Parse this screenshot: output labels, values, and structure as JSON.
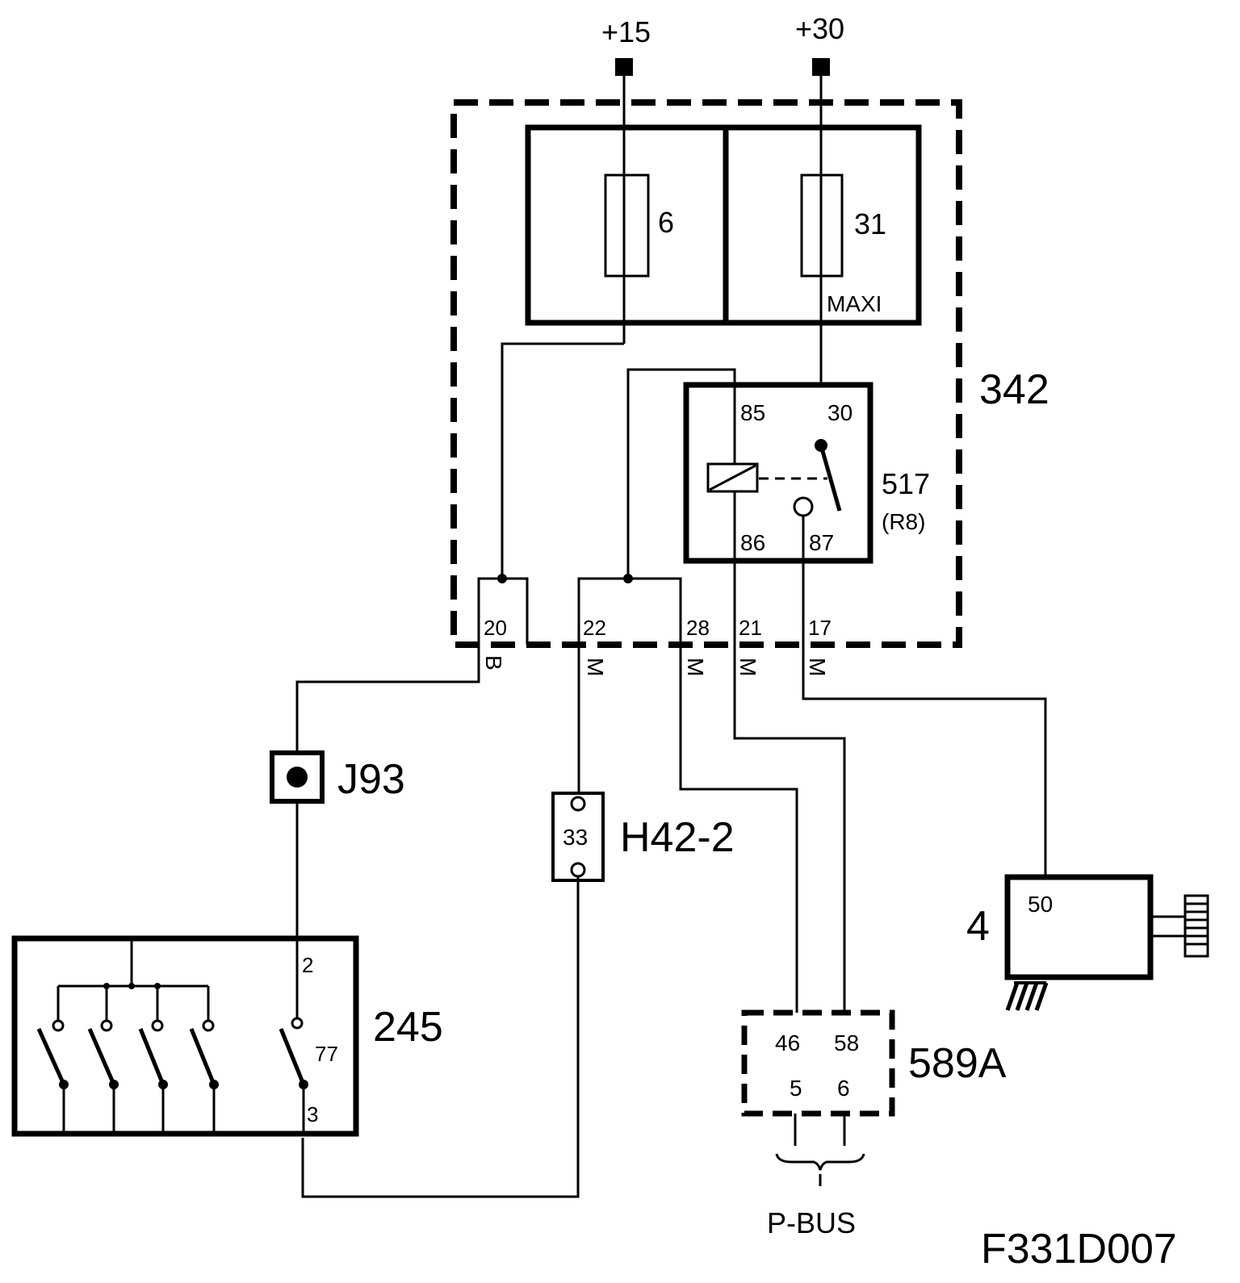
{
  "power": {
    "terminal_15": "+15",
    "terminal_30": "+30"
  },
  "fusebox": {
    "id": "342",
    "fuse_a": "6",
    "fuse_b": "31",
    "fuse_b_type": "MAXI",
    "pins": [
      "20",
      "22",
      "28",
      "21",
      "17"
    ],
    "wire_colors": [
      "B",
      "M",
      "M",
      "M",
      "M"
    ]
  },
  "relay": {
    "id": "517",
    "ref": "(R8)",
    "pins": {
      "p85": "85",
      "p30": "30",
      "p86": "86",
      "p87": "87"
    }
  },
  "connector_j93": "J93",
  "connector_h42": {
    "id": "H42-2",
    "pin": "33"
  },
  "switch_245": {
    "id": "245",
    "pins": [
      "2",
      "77",
      "3"
    ]
  },
  "module_589a": {
    "id": "589A",
    "pins": [
      "46",
      "58",
      "5",
      "6"
    ],
    "bus": "P-BUS"
  },
  "starter": {
    "id": "4",
    "pin": "50"
  },
  "figure_id": "F331D007"
}
